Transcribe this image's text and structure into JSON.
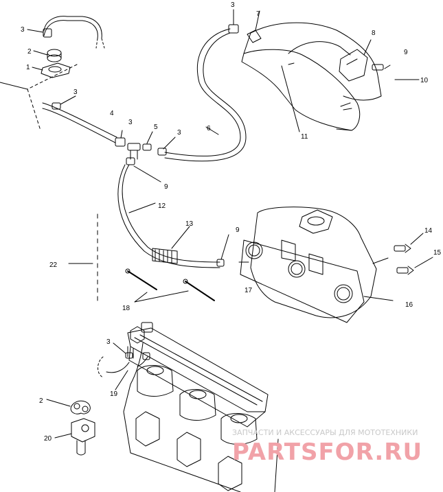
{
  "callouts": [
    {
      "id": "c3a",
      "text": "3"
    },
    {
      "id": "c2a",
      "text": "2"
    },
    {
      "id": "c1",
      "text": "1"
    },
    {
      "id": "c3b",
      "text": "3"
    },
    {
      "id": "c4",
      "text": "4"
    },
    {
      "id": "c3c",
      "text": "3"
    },
    {
      "id": "c5",
      "text": "5"
    },
    {
      "id": "c3d",
      "text": "3"
    },
    {
      "id": "c6",
      "text": "6"
    },
    {
      "id": "c3e",
      "text": "3"
    },
    {
      "id": "c7",
      "text": "7"
    },
    {
      "id": "c8",
      "text": "8"
    },
    {
      "id": "c9a",
      "text": "9"
    },
    {
      "id": "c10",
      "text": "10"
    },
    {
      "id": "c11",
      "text": "11"
    },
    {
      "id": "c9b",
      "text": "9"
    },
    {
      "id": "c12",
      "text": "12"
    },
    {
      "id": "c13",
      "text": "13"
    },
    {
      "id": "c9c",
      "text": "9"
    },
    {
      "id": "c14",
      "text": "14"
    },
    {
      "id": "c15",
      "text": "15"
    },
    {
      "id": "c16",
      "text": "16"
    },
    {
      "id": "c17",
      "text": "17"
    },
    {
      "id": "c22",
      "text": "22"
    },
    {
      "id": "c18",
      "text": "18"
    },
    {
      "id": "c3f",
      "text": "3"
    },
    {
      "id": "c19",
      "text": "19"
    },
    {
      "id": "c2b",
      "text": "2"
    },
    {
      "id": "c20",
      "text": "20"
    }
  ],
  "watermark": {
    "tagline": "ЗАПЧАСТИ И АКСЕССУАРЫ ДЛЯ МОТОТЕХНИКИ",
    "brand": "PARTSFOR.RU"
  },
  "colors": {
    "line": "#000000",
    "watermark_brand": "#f1a2a8",
    "watermark_tagline": "#c8c8c8"
  }
}
